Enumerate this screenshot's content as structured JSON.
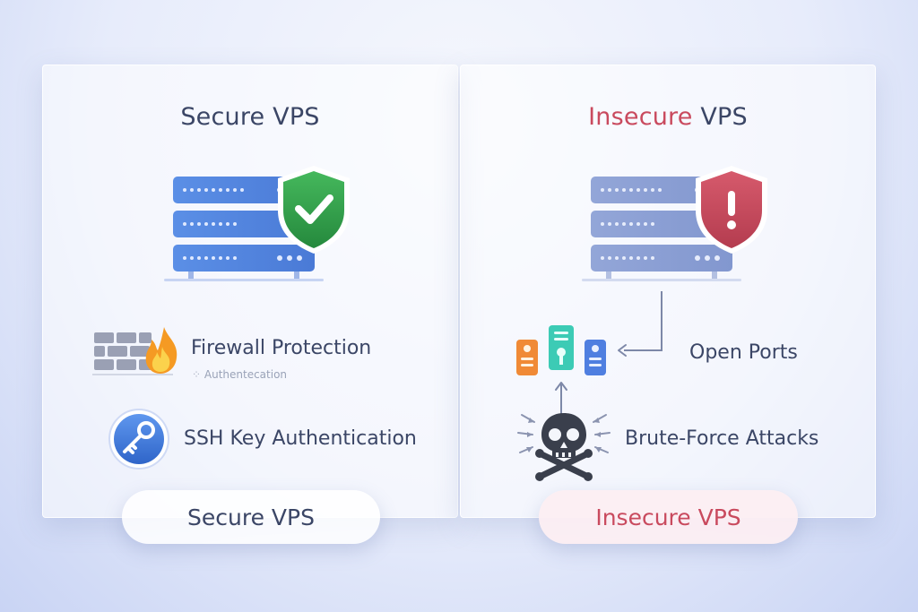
{
  "secure": {
    "title": "Secure VPS",
    "features": [
      {
        "label": "Firewall Protection",
        "icon": "firewall-icon"
      },
      {
        "label": "SSH Key Authentication",
        "icon": "key-icon"
      }
    ],
    "sub_label": "Authentecation",
    "pill": "Secure VPS",
    "shield_icon": "shield-check-icon"
  },
  "insecure": {
    "title_red": "Insecure",
    "title_rest": " VPS",
    "features": [
      {
        "label": "Open Ports",
        "icon": "open-ports-icon"
      },
      {
        "label": "Brute-Force Attacks",
        "icon": "skull-crossbones-icon"
      }
    ],
    "pill": "Insecure VPS",
    "shield_icon": "shield-alert-icon"
  },
  "colors": {
    "text": "#3b4666",
    "danger": "#c94a5e",
    "secure_server": "#5a8ae0",
    "insecure_server": "#8ea3d8",
    "shield_green": "#2f9e4a",
    "shield_red": "#c94a5e"
  }
}
